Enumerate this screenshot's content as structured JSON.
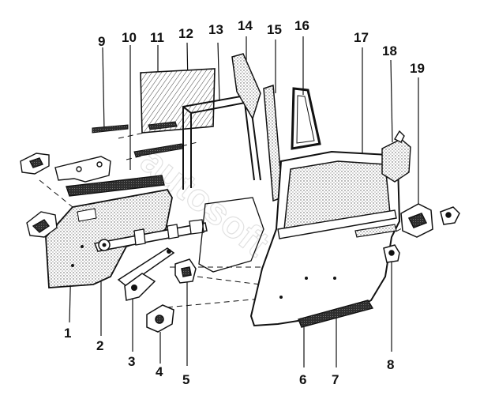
{
  "diagram": {
    "callouts": [
      {
        "id": "1",
        "label": "1"
      },
      {
        "id": "2",
        "label": "2"
      },
      {
        "id": "3",
        "label": "3"
      },
      {
        "id": "4",
        "label": "4"
      },
      {
        "id": "5",
        "label": "5"
      },
      {
        "id": "6",
        "label": "6"
      },
      {
        "id": "7",
        "label": "7"
      },
      {
        "id": "8",
        "label": "8"
      },
      {
        "id": "9",
        "label": "9"
      },
      {
        "id": "10",
        "label": "10"
      },
      {
        "id": "11",
        "label": "11"
      },
      {
        "id": "12",
        "label": "12"
      },
      {
        "id": "13",
        "label": "13"
      },
      {
        "id": "14",
        "label": "14"
      },
      {
        "id": "15",
        "label": "15"
      },
      {
        "id": "16",
        "label": "16"
      },
      {
        "id": "17",
        "label": "17"
      },
      {
        "id": "18",
        "label": "18"
      },
      {
        "id": "19",
        "label": "19"
      }
    ],
    "watermark": "autosoft"
  },
  "colors": {
    "ink": "#111111",
    "fill_dark": "#3a3a3a",
    "fill_light": "#ffffff",
    "watermark": "#c9c9c9"
  }
}
